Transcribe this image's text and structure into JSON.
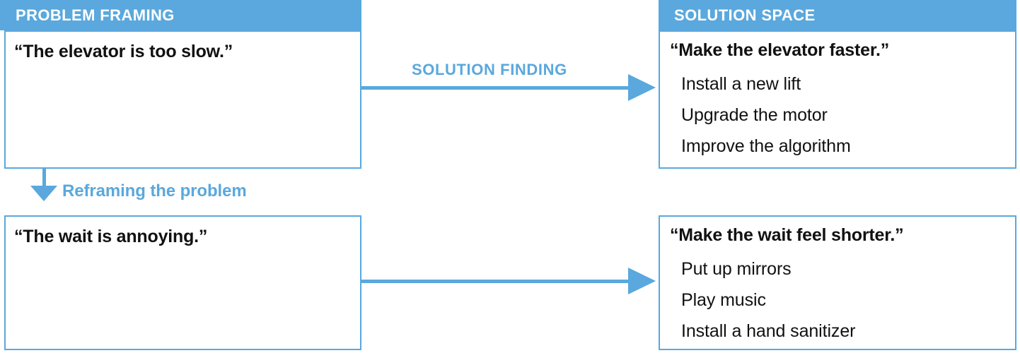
{
  "colors": {
    "accent": "#5aa8dd",
    "text": "#111111",
    "background": "#ffffff"
  },
  "columns": {
    "left": {
      "header": "PROBLEM FRAMING"
    },
    "right": {
      "header": "SOLUTION SPACE"
    }
  },
  "rows": [
    {
      "problem": "“The elevator is too slow.”",
      "solution_heading": "“Make the elevator faster.”",
      "solutions": [
        "Install a new lift",
        "Upgrade the motor",
        "Improve the algorithm"
      ]
    },
    {
      "problem": "“The wait is annoying.”",
      "solution_heading": "“Make the wait feel shorter.”",
      "solutions": [
        "Put up mirrors",
        "Play music",
        "Install a hand sanitizer"
      ]
    }
  ],
  "arrows": {
    "solution_finding_label": "SOLUTION FINDING",
    "reframing_label": "Reframing the problem"
  }
}
